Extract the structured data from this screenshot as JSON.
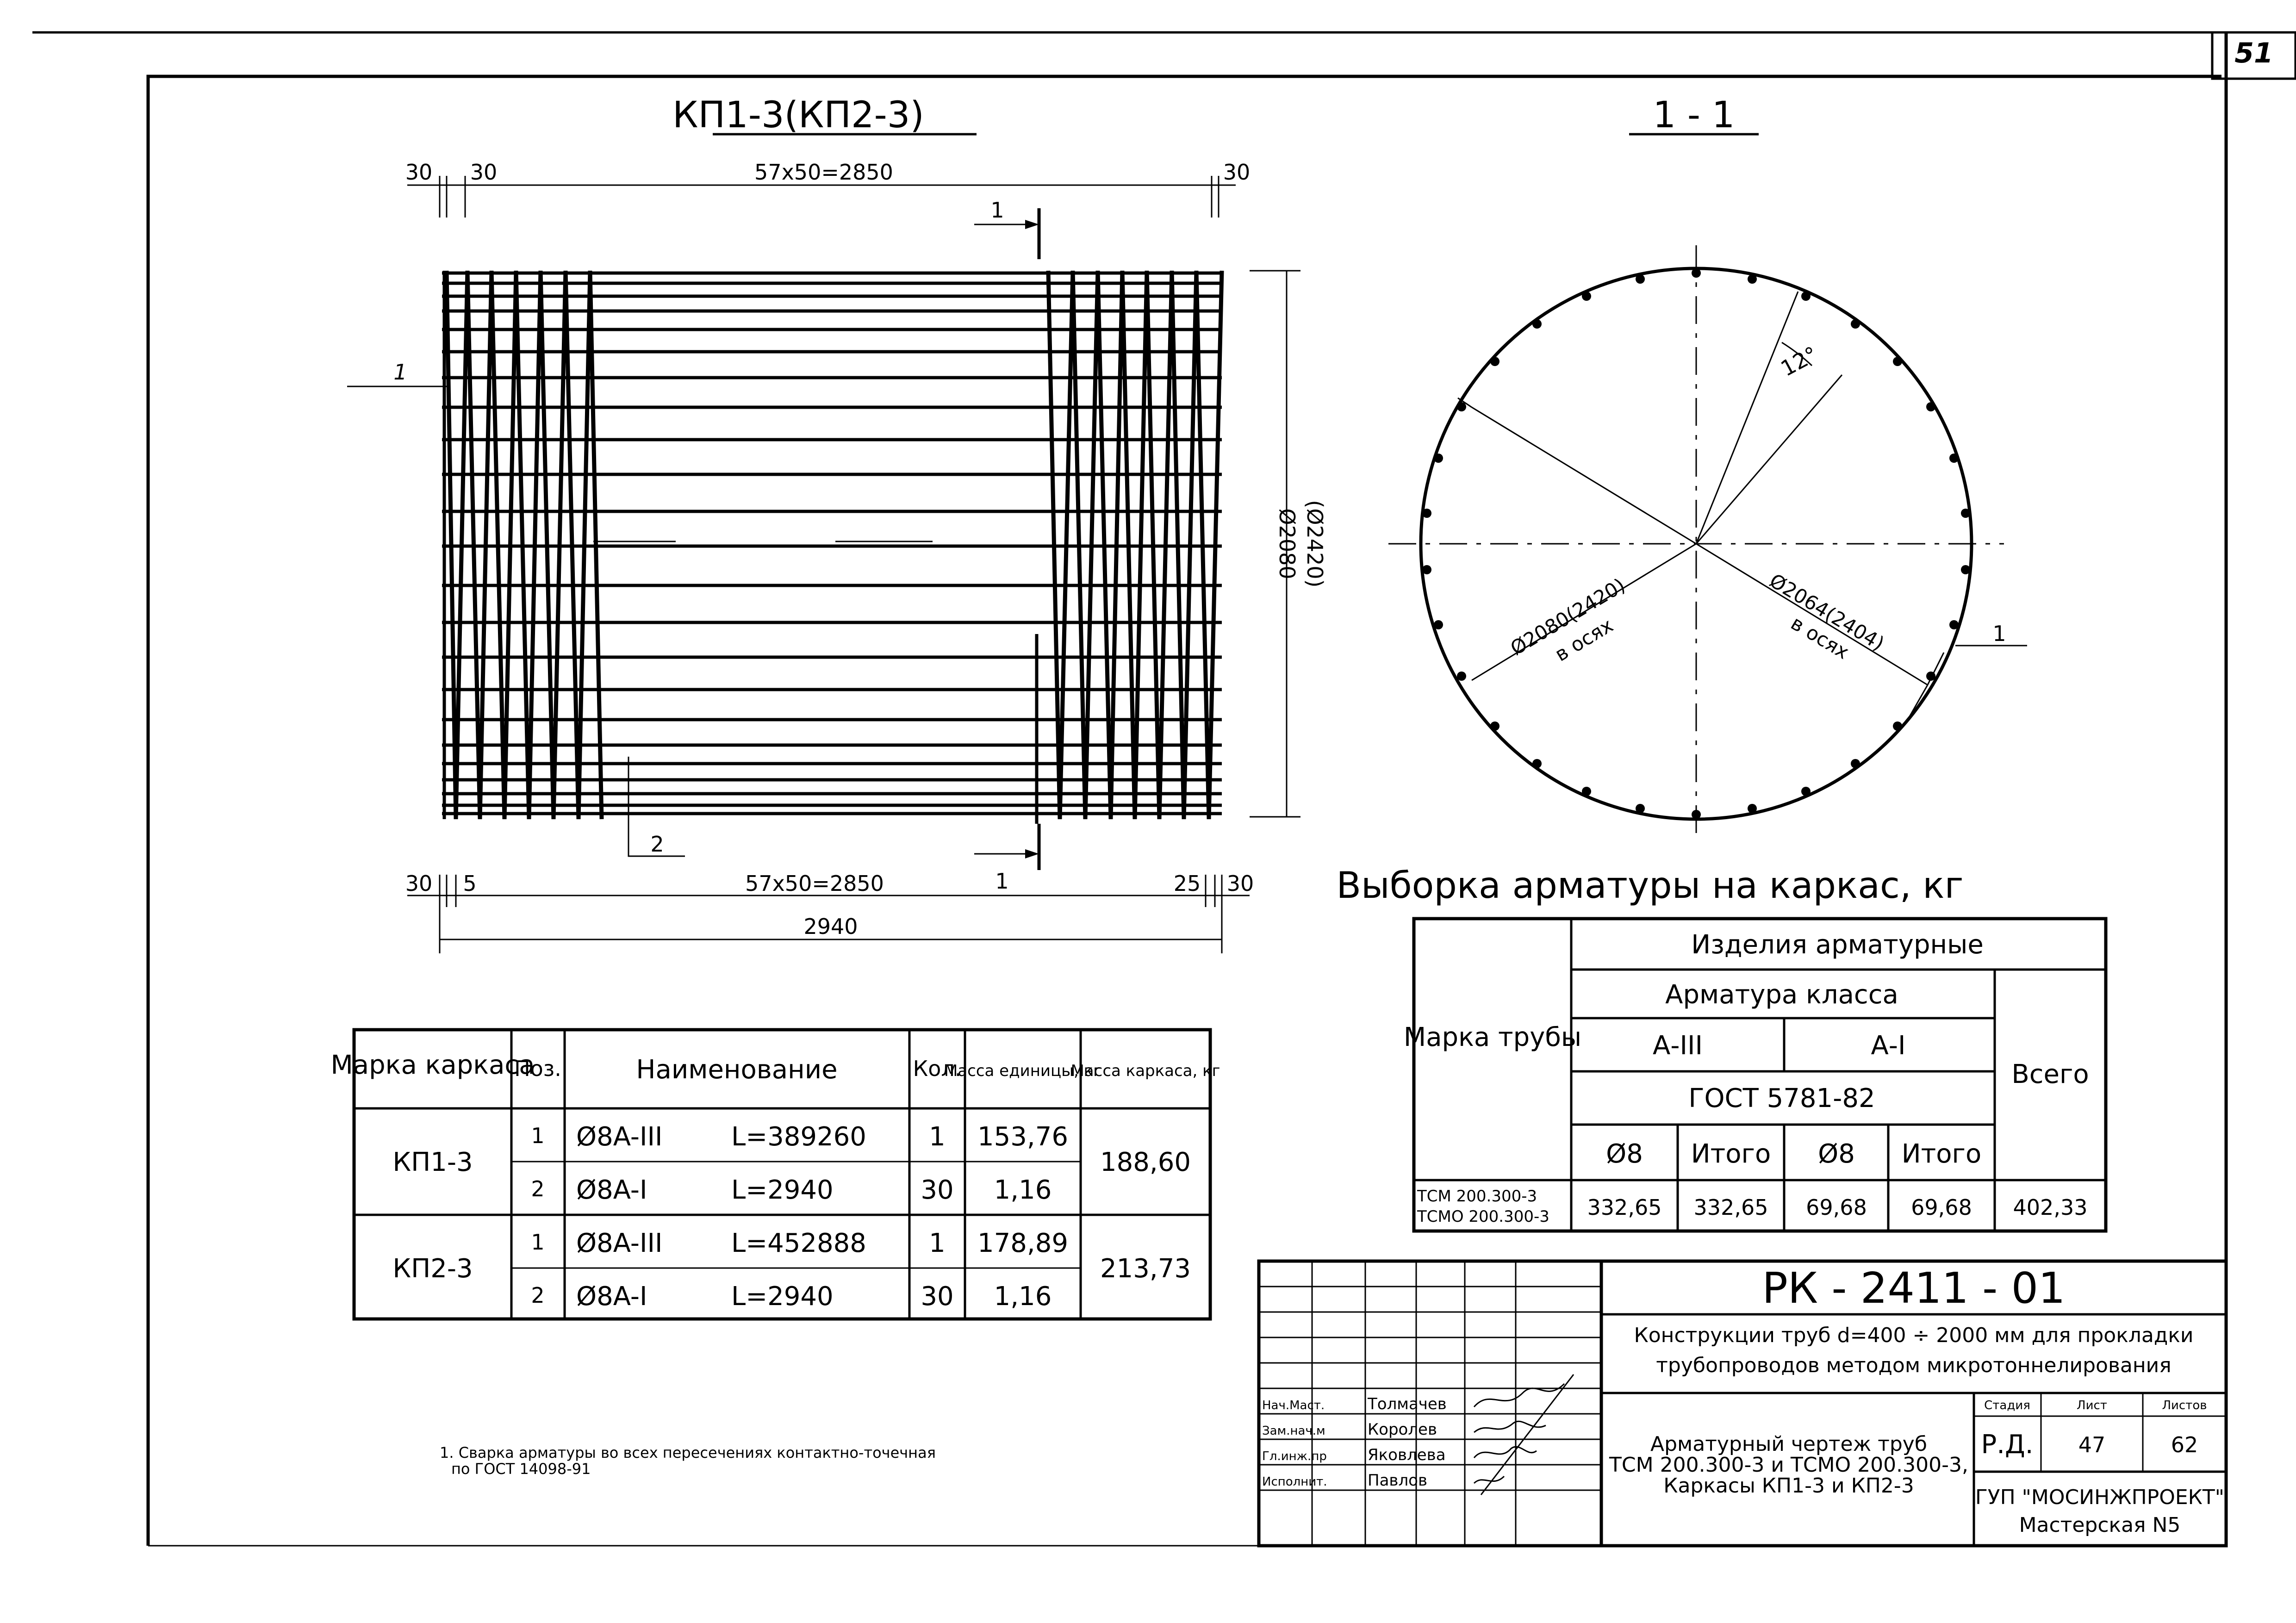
{
  "page_number": "51",
  "frame_view": {
    "title": "КП1-3(КП2-3)",
    "dims_top": [
      "30",
      "30",
      "57x50=2850",
      "30"
    ],
    "dims_bottom": [
      "30",
      "5",
      "57x50=2850",
      "25",
      "30"
    ],
    "dim_total": "2940",
    "dim_height": "Ø2080",
    "dim_height_alt": "(Ø2420)",
    "section_mark": "1",
    "pos_callouts": [
      "1",
      "2"
    ]
  },
  "section_view": {
    "title": "1 - 1",
    "angle_label": "12°",
    "diam_inner": "Ø2080(2420)",
    "diam_inner_note": "в осях",
    "diam_outer": "Ø2064(2404)",
    "diam_outer_note": "в осях",
    "pos_callout": "1"
  },
  "spec_table": {
    "headers": {
      "mark": "Марка каркаса",
      "pos": "Поз.",
      "name": "Наименование",
      "qty": "Кол.",
      "unit_mass": "Масса единицы, кг",
      "frame_mass": "Масса каркаса, кг"
    },
    "rows": [
      {
        "mark": "КП1-3",
        "pos": "1",
        "name": "Ø8A-III",
        "length": "L=389260",
        "qty": "1",
        "unit_mass": "153,76",
        "frame_mass": "188,60"
      },
      {
        "mark": "КП1-3",
        "pos": "2",
        "name": "Ø8A-I",
        "length": "L=2940",
        "qty": "30",
        "unit_mass": "1,16",
        "frame_mass": "188,60"
      },
      {
        "mark": "КП2-3",
        "pos": "1",
        "name": "Ø8A-III",
        "length": "L=452888",
        "qty": "1",
        "unit_mass": "178,89",
        "frame_mass": "213,73"
      },
      {
        "mark": "КП2-3",
        "pos": "2",
        "name": "Ø8A-I",
        "length": "L=2940",
        "qty": "30",
        "unit_mass": "1,16",
        "frame_mass": "213,73"
      }
    ]
  },
  "selection_table": {
    "title": "Выборка арматуры на каркас, кг",
    "col_mark": "Марка трубы",
    "group": "Изделия арматурные",
    "subgroup": "Арматура класса",
    "class_a3": "А-III",
    "class_a1": "А-I",
    "gost": "ГОСТ 5781-82",
    "d8": "Ø8",
    "total_sub": "Итого",
    "total": "Всего",
    "row_mark_1": "ТСМ 200.300-3",
    "row_mark_2": "ТСМО 200.300-3",
    "values": [
      "332,65",
      "332,65",
      "69,68",
      "69,68",
      "402,33"
    ]
  },
  "note": {
    "line1": "1. Сварка арматуры во всех пересечениях контактно-точечная",
    "line2": "по ГОСТ 14098-91"
  },
  "title_block": {
    "code": "РК - 2411 - 01",
    "project_line1": "Конструкции труб d=400 ÷ 2000 мм для прокладки",
    "project_line2": "трубопроводов методом микротоннелирования",
    "sheet_line1": "Арматурный чертеж труб",
    "sheet_line2": "ТСМ 200.300-3 и ТСМО 200.300-3,",
    "sheet_line3": "Каркасы КП1-3 и КП2-3",
    "stage_label": "Стадия",
    "sheet_label": "Лист",
    "sheets_label": "Листов",
    "stage": "Р.Д.",
    "sheet": "47",
    "sheets": "62",
    "org": "ГУП \"МОСИНЖПРОЕКТ\"",
    "workshop": "Мастерская N5",
    "roles": [
      "Нач.Маст.",
      "Зам.нач.м",
      "Гл.инж.пр",
      "Исполнит."
    ],
    "names": [
      "Толмачев",
      "Королев",
      "Яковлева",
      "Павлов"
    ]
  }
}
